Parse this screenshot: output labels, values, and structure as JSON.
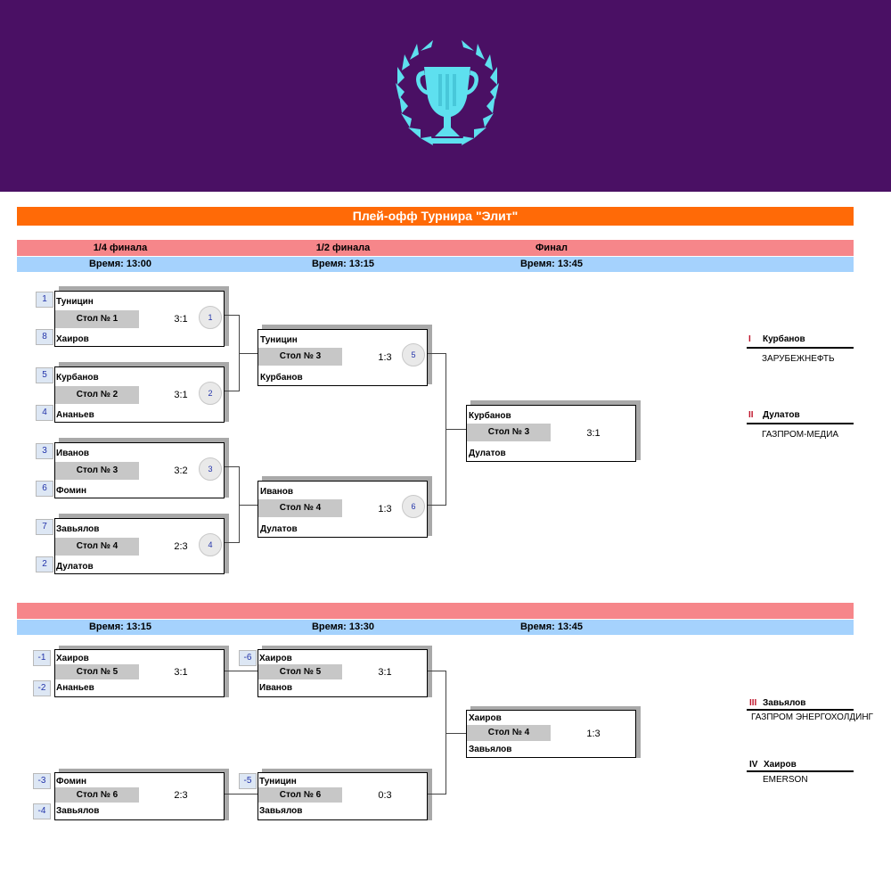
{
  "title": "Плей-офф Турнира \"Элит\"",
  "stages": [
    {
      "name": "1/4 финала",
      "time": "Время: 13:00"
    },
    {
      "name": "1/2 финала",
      "time": "Время: 13:15"
    },
    {
      "name": "Финал",
      "time": "Время: 13:45"
    }
  ],
  "consolation_times": [
    "Время: 13:15",
    "Время: 13:30",
    "Время: 13:45"
  ],
  "quarterfinals": [
    {
      "seed_top": "1",
      "top": "Туницин",
      "table": "Стол № 1",
      "score": "3:1",
      "seed_bottom": "8",
      "bottom": "Хаиров",
      "match_no": "1"
    },
    {
      "seed_top": "5",
      "top": "Курбанов",
      "table": "Стол № 2",
      "score": "3:1",
      "seed_bottom": "4",
      "bottom": "Ананьев",
      "match_no": "2"
    },
    {
      "seed_top": "3",
      "top": "Иванов",
      "table": "Стол № 3",
      "score": "3:2",
      "seed_bottom": "6",
      "bottom": "Фомин",
      "match_no": "3"
    },
    {
      "seed_top": "7",
      "top": "Завьялов",
      "table": "Стол № 4",
      "score": "2:3",
      "seed_bottom": "2",
      "bottom": "Дулатов",
      "match_no": "4"
    }
  ],
  "semifinals": [
    {
      "top": "Туницин",
      "table": "Стол № 3",
      "score": "1:3",
      "bottom": "Курбанов",
      "match_no": "5"
    },
    {
      "top": "Иванов",
      "table": "Стол № 4",
      "score": "1:3",
      "bottom": "Дулатов",
      "match_no": "6"
    }
  ],
  "final": {
    "top": "Курбанов",
    "table": "Стол № 3",
    "score": "3:1",
    "bottom": "Дулатов"
  },
  "consolation_round1": [
    {
      "seed_top": "-1",
      "top": "Хаиров",
      "table": "Стол № 5",
      "score": "3:1",
      "seed_bottom": "-2",
      "bottom": "Ананьев"
    },
    {
      "seed_top": "-3",
      "top": "Фомин",
      "table": "Стол № 6",
      "score": "2:3",
      "seed_bottom": "-4",
      "bottom": "Завьялов"
    }
  ],
  "consolation_round2": [
    {
      "seed_top": "-6",
      "top": "Хаиров",
      "table": "Стол № 5",
      "score": "3:1",
      "bottom": "Иванов"
    },
    {
      "seed_top": "-5",
      "top": "Туницин",
      "table": "Стол № 6",
      "score": "0:3",
      "bottom": "Завьялов"
    }
  ],
  "third_place_match": {
    "top": "Хаиров",
    "table": "Стол № 4",
    "score": "1:3",
    "bottom": "Завьялов"
  },
  "placements": [
    {
      "place": "I",
      "name": "Курбанов",
      "org": "ЗАРУБЕЖНЕФТЬ"
    },
    {
      "place": "II",
      "name": "Дулатов",
      "org": "ГАЗПРОМ-МЕДИА"
    },
    {
      "place": "III",
      "name": "Завьялов",
      "org": "ГАЗПРОМ ЭНЕРГОХОЛДИНГ"
    },
    {
      "place": "IV",
      "name": "Хаиров",
      "org": "EMERSON"
    }
  ],
  "colors": {
    "header": "#4a1064",
    "title_bar": "#ff6a07",
    "stage_band": "#f6868a",
    "time_band": "#a5d2fd",
    "trophy": "#5ee0ef",
    "place_number": "#c0172d",
    "seed_text": "#2233aa"
  },
  "icons": {
    "logo": "trophy-laurel-icon"
  }
}
